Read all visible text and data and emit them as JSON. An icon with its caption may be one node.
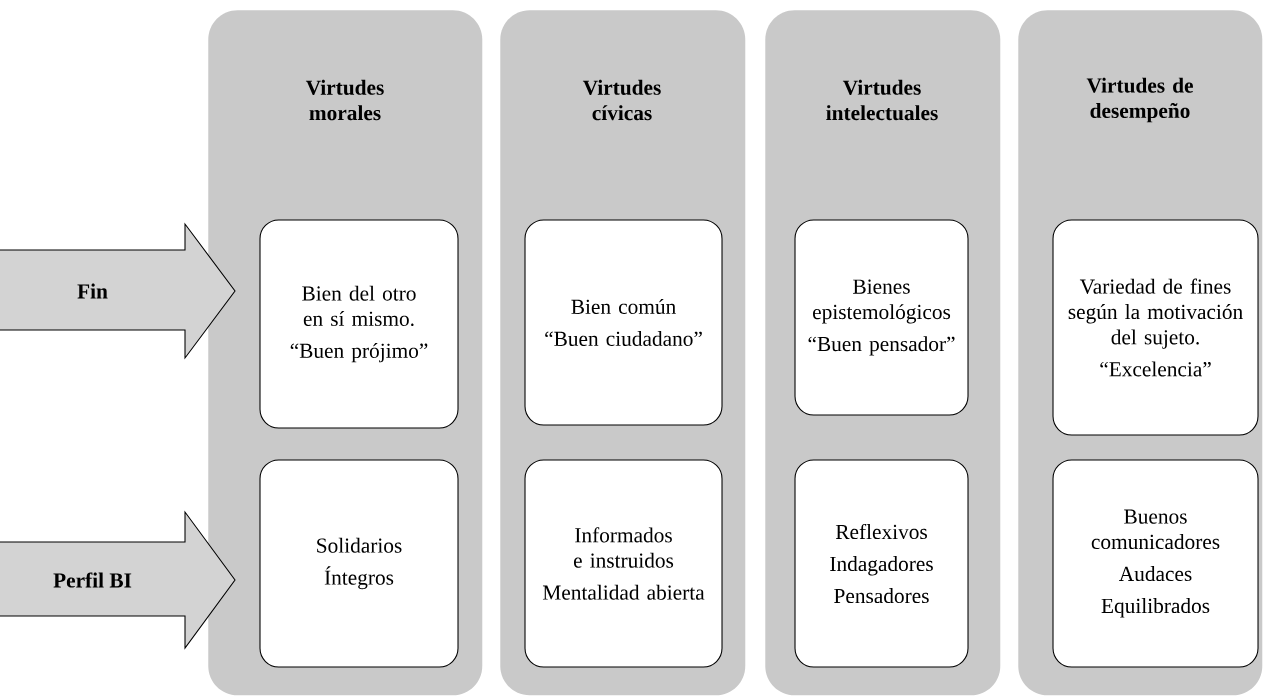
{
  "diagram": {
    "nodes": [
      {
        "text": [
          "Virtudes morales"
        ]
      },
      {
        "text": [
          "Bien del otro en sí mismo.",
          "“Buen prójimo”"
        ],
        "in": 0
      },
      {
        "text": [
          "Solidarios",
          "Íntegros"
        ],
        "in": 0
      },
      {
        "text": [
          "Virtudes cívicas"
        ]
      },
      {
        "text": [
          "Bien común",
          "“Buen ciudadano”"
        ],
        "in": 3
      },
      {
        "text": [
          "Informados e instruidos",
          "Mentalidad abierta"
        ],
        "in": 3
      },
      {
        "text": [
          "Virtudes intelectuales"
        ]
      },
      {
        "text": [
          "Bienes epistemológicos",
          "“Buen pensador”"
        ],
        "in": 6
      },
      {
        "text": [
          "Reflexivos",
          "Indagadores",
          "Pensadores"
        ],
        "in": 6
      },
      {
        "text": [
          "Virtudes de desempeño"
        ]
      },
      {
        "text": [
          "Variedad de fines según la motivación del sujeto.",
          "“Excelencia”"
        ],
        "in": 9
      },
      {
        "text": [
          "Buenos comunicadores",
          "Audaces",
          "Equilibrados"
        ],
        "in": 9
      },
      {
        "text": [
          "Fin"
        ]
      },
      {
        "text": [
          "Perfil BI"
        ]
      }
    ]
  }
}
